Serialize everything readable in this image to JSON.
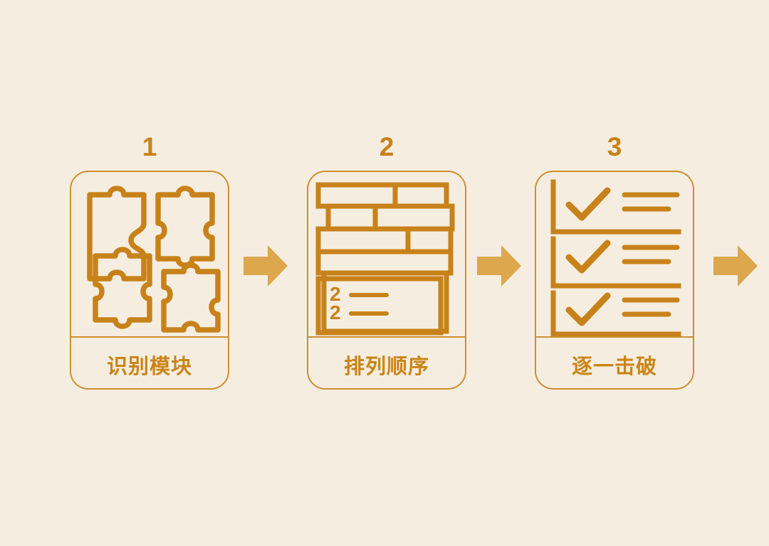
{
  "theme": {
    "background": "#F5EEE0",
    "line_dark": "#C8821A",
    "line_card": "#CE8E30",
    "arrow_fill": "#DCA74D",
    "label_color": "#CB8417"
  },
  "flow": {
    "steps": [
      {
        "number": "1",
        "label": "识别模块",
        "icon": "puzzle-pieces-icon"
      },
      {
        "number": "2",
        "label": "排列顺序",
        "icon": "stacked-blocks-list-icon"
      },
      {
        "number": "3",
        "label": "逐一击破",
        "icon": "checklist-icon"
      }
    ],
    "arrows": [
      {
        "name": "arrow-step1-to-step2",
        "glyph": "→"
      },
      {
        "name": "arrow-step2-to-step3",
        "glyph": "→"
      },
      {
        "name": "arrow-step3-to-next",
        "glyph": "→"
      }
    ]
  }
}
